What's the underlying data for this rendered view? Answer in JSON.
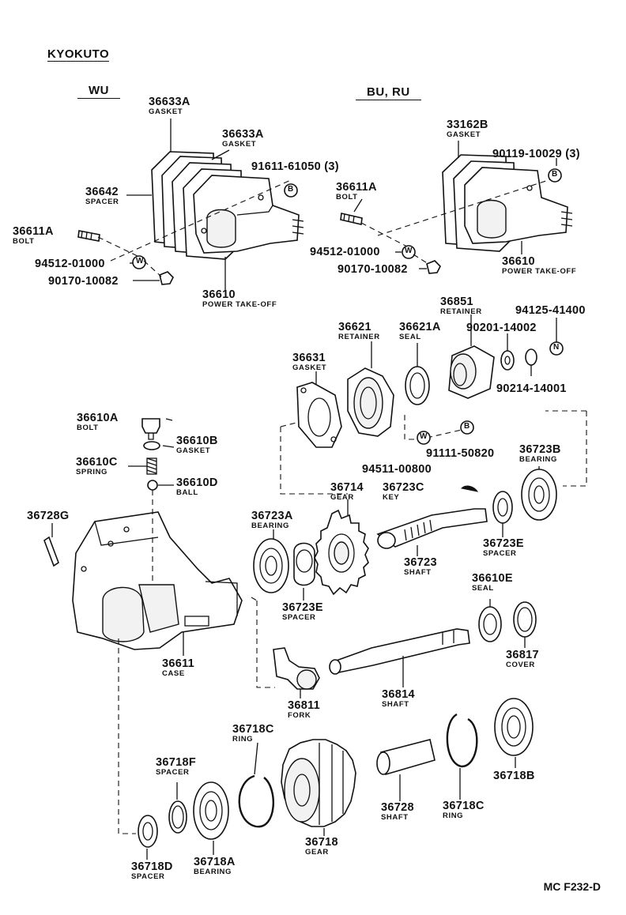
{
  "headers": {
    "brand": "KYOKUTO",
    "group_left": "WU",
    "group_right": "BU, RU"
  },
  "symbols": {
    "washer": "W",
    "bolt_b": "B",
    "nut": "N"
  },
  "parts": {
    "p36633A_1": {
      "num": "36633A",
      "name": "GASKET"
    },
    "p36633A_2": {
      "num": "36633A",
      "name": "GASKET"
    },
    "p91611": {
      "num": "91611-61050 (3)"
    },
    "p36642": {
      "num": "36642",
      "name": "SPACER"
    },
    "p36611A_l": {
      "num": "36611A",
      "name": "BOLT"
    },
    "p94512_l": {
      "num": "94512-01000"
    },
    "p90170_l": {
      "num": "90170-10082"
    },
    "p36610_l": {
      "num": "36610",
      "name": "POWER TAKE-OFF"
    },
    "p33162B": {
      "num": "33162B",
      "name": "GASKET"
    },
    "p90119": {
      "num": "90119-10029 (3)"
    },
    "p36611A_r": {
      "num": "36611A",
      "name": "BOLT"
    },
    "p94512_r": {
      "num": "94512-01000"
    },
    "p90170_r": {
      "num": "90170-10082"
    },
    "p36610_r": {
      "num": "36610",
      "name": "POWER TAKE-OFF"
    },
    "p36851": {
      "num": "36851",
      "name": "RETAINER"
    },
    "p94125": {
      "num": "94125-41400"
    },
    "p36621": {
      "num": "36621",
      "name": "RETAINER"
    },
    "p36621A": {
      "num": "36621A",
      "name": "SEAL"
    },
    "p90201": {
      "num": "90201-14002"
    },
    "p36631": {
      "num": "36631",
      "name": "GASKET"
    },
    "p90214": {
      "num": "90214-14001"
    },
    "p36610A": {
      "num": "36610A",
      "name": "BOLT"
    },
    "p36610B": {
      "num": "36610B",
      "name": "GASKET"
    },
    "p91111": {
      "num": "91111-50820"
    },
    "p36723B": {
      "num": "36723B",
      "name": "BEARING"
    },
    "p36610C": {
      "num": "36610C",
      "name": "SPRING"
    },
    "p94511": {
      "num": "94511-00800"
    },
    "p36610D": {
      "num": "36610D",
      "name": "BALL"
    },
    "p36714": {
      "num": "36714",
      "name": "GEAR"
    },
    "p36723C": {
      "num": "36723C",
      "name": "KEY"
    },
    "p36728G": {
      "num": "36728G"
    },
    "p36723A": {
      "num": "36723A",
      "name": "BEARING"
    },
    "p36723E_r": {
      "num": "36723E",
      "name": "SPACER"
    },
    "p36723": {
      "num": "36723",
      "name": "SHAFT"
    },
    "p36610E": {
      "num": "36610E",
      "name": "SEAL"
    },
    "p36723E_l": {
      "num": "36723E",
      "name": "SPACER"
    },
    "p36611": {
      "num": "36611",
      "name": "CASE"
    },
    "p36817": {
      "num": "36817",
      "name": "COVER"
    },
    "p36814": {
      "num": "36814",
      "name": "SHAFT"
    },
    "p36811": {
      "num": "36811",
      "name": "FORK"
    },
    "p36718C_t": {
      "num": "36718C",
      "name": "RING"
    },
    "p36718F": {
      "num": "36718F",
      "name": "SPACER"
    },
    "p36718B": {
      "num": "36718B"
    },
    "p36728": {
      "num": "36728",
      "name": "SHAFT"
    },
    "p36718C_b": {
      "num": "36718C",
      "name": "RING"
    },
    "p36718": {
      "num": "36718",
      "name": "GEAR"
    },
    "p36718D": {
      "num": "36718D",
      "name": "SPACER"
    },
    "p36718A": {
      "num": "36718A",
      "name": "BEARING"
    }
  },
  "diagram_code": "MC F232-D"
}
